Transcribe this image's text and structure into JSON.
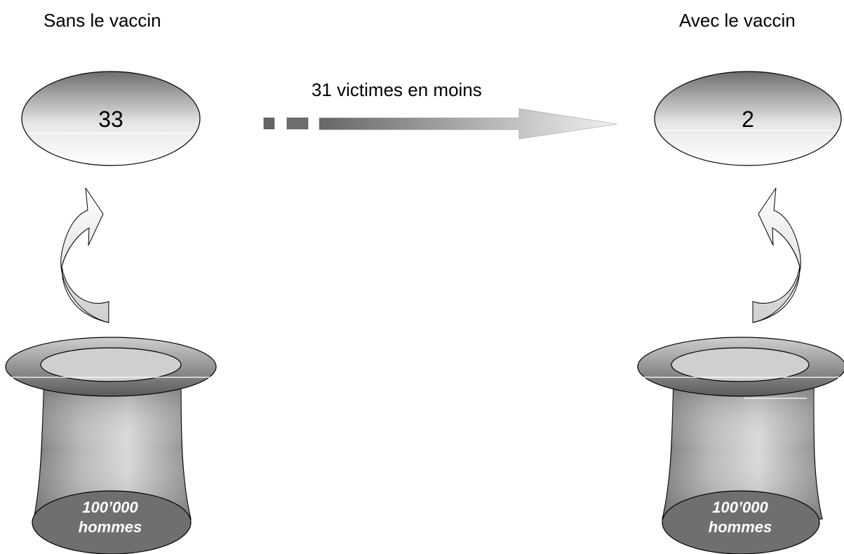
{
  "left": {
    "title": "Sans le vaccin",
    "count": "33",
    "population": "100’000 hommes"
  },
  "right": {
    "title": "Avec le vaccin",
    "count": "2",
    "population": "100’000 hommes"
  },
  "arrow": {
    "label": "31 victimes en moins"
  },
  "colors": {
    "dark": "#6e6e6e",
    "light": "#e8e8e8",
    "outline": "#000000"
  }
}
